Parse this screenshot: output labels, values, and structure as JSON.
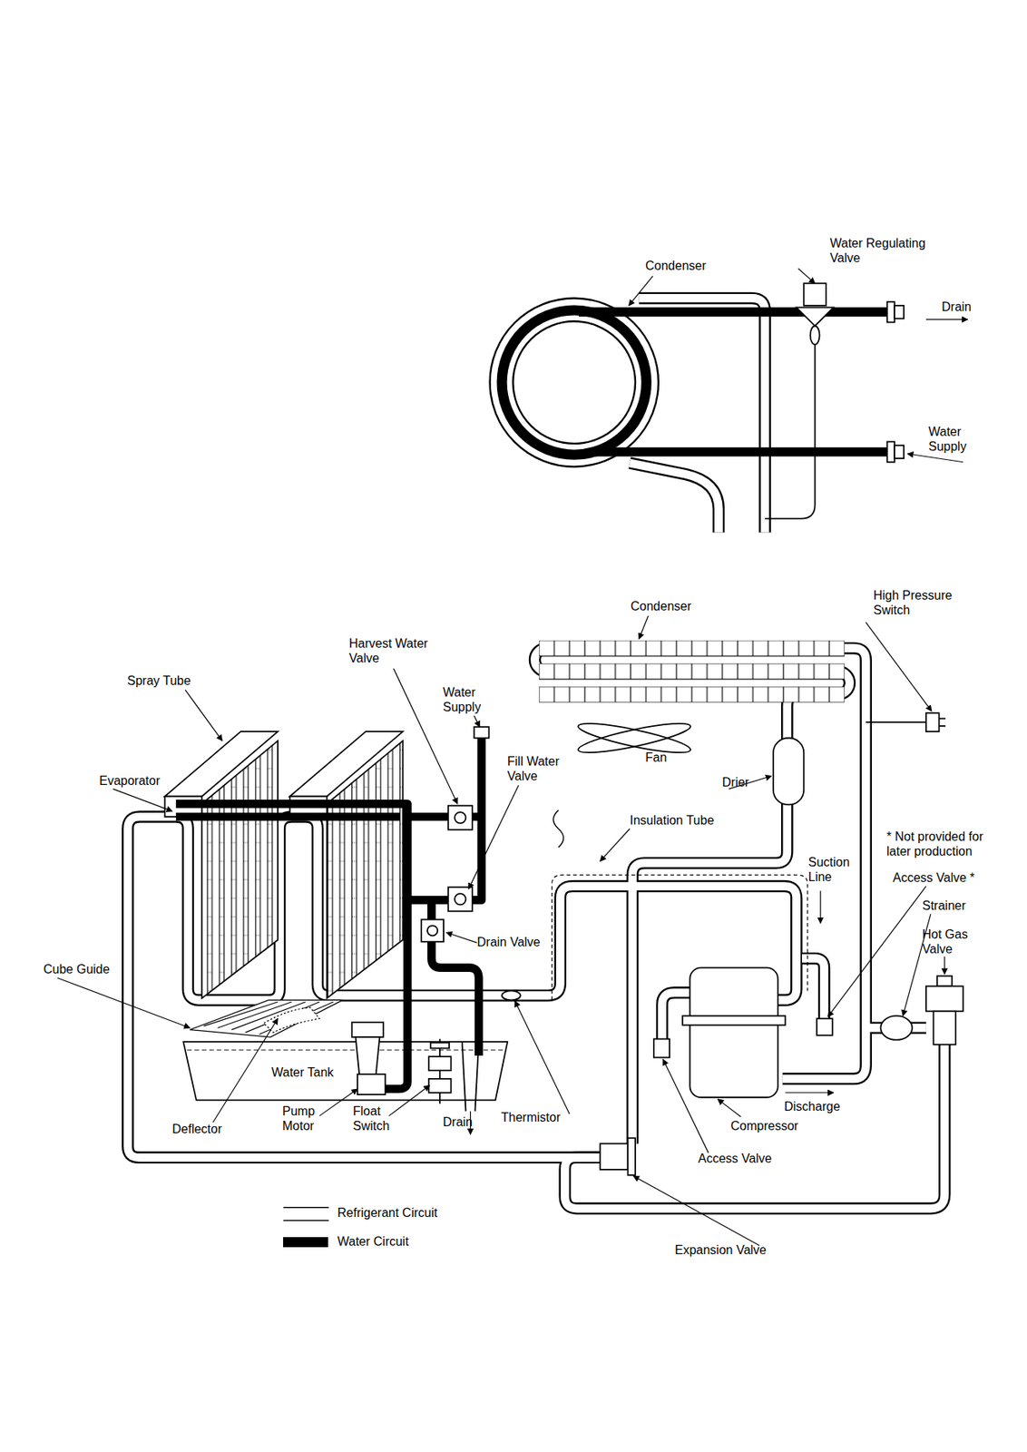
{
  "diagram": {
    "labels": [
      "Condenser",
      "Water Regulating Valve",
      "Drain",
      "Water Supply",
      "Condenser",
      "High Pressure Switch",
      "Harvest Water Valve",
      "Spray Tube",
      "Water Supply",
      "Fill Water Valve",
      "Fan",
      "Drier",
      "Evaporator",
      "Insulation Tube",
      "* Not provided for later production",
      "Suction Line",
      "Access Valve *",
      "Strainer",
      "Hot Gas Valve",
      "Drain Valve",
      "Cube Guide",
      "Water Tank",
      "Discharge",
      "Compressor",
      "Pump Motor",
      "Float Switch",
      "Drain",
      "Thermistor",
      "Deflector",
      "Access Valve",
      "Expansion Valve"
    ],
    "legend": [
      {
        "text": "Refrigerant Circuit"
      },
      {
        "text": "Water Circuit",
        "color": "#000000"
      }
    ]
  }
}
